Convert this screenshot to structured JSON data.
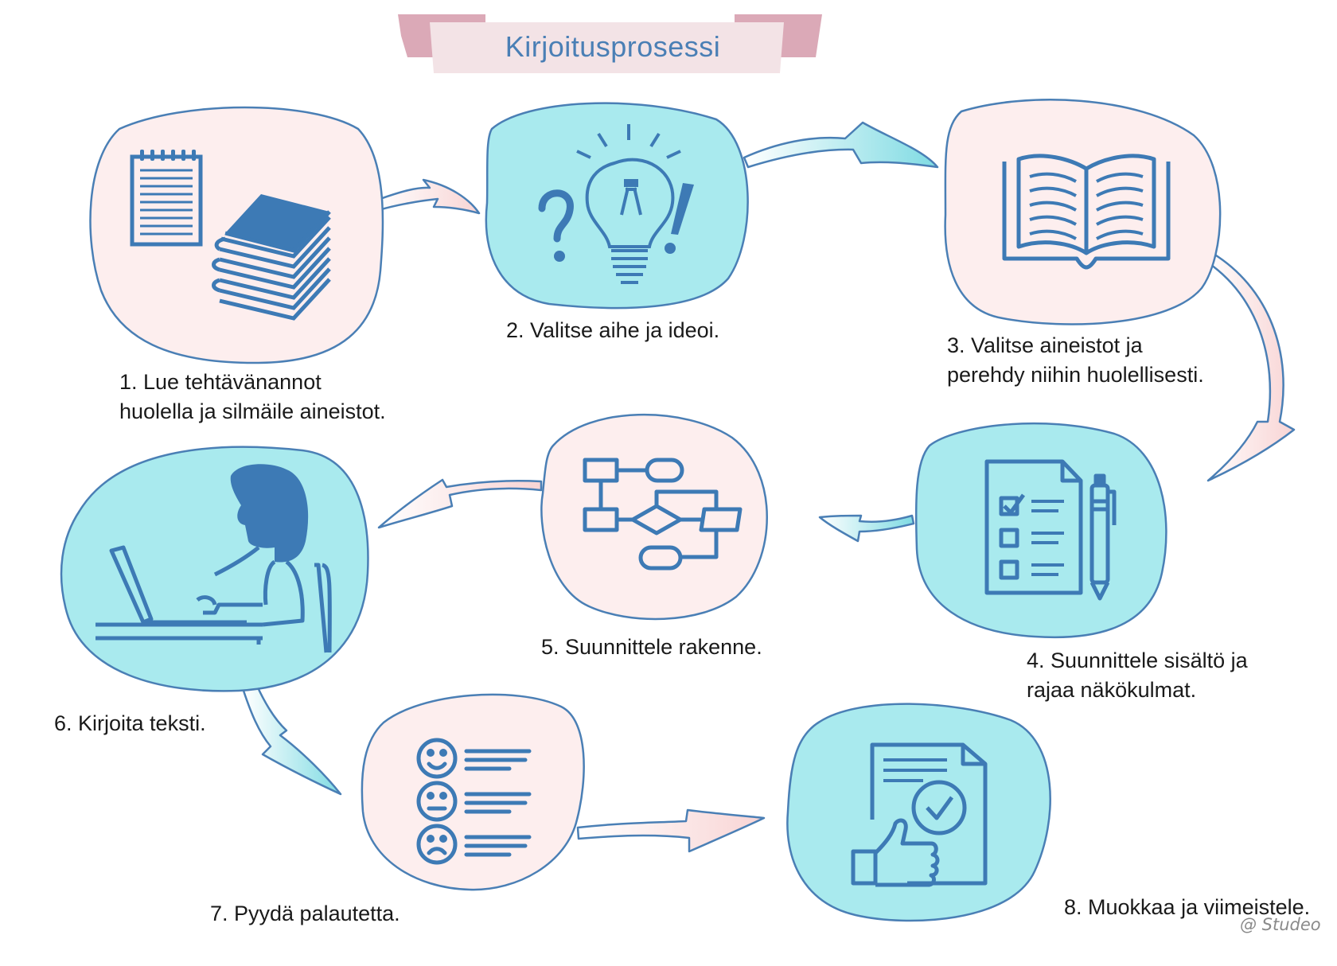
{
  "title": "Kirjoitusprosessi",
  "steps": [
    {
      "lines": [
        "1. Lue tehtävänannot",
        "huolella ja silmäile aineistot."
      ],
      "icon": "notepad-and-books-icon"
    },
    {
      "lines": [
        "2. Valitse aihe ja ideoi."
      ],
      "icon": "lightbulb-question-exclamation-icon"
    },
    {
      "lines": [
        "3. Valitse aineistot ja",
        "perehdy niihin huolellisesti."
      ],
      "icon": "open-book-icon"
    },
    {
      "lines": [
        "4. Suunnittele sisältö ja",
        "rajaa näkökulmat."
      ],
      "icon": "checklist-and-pen-icon"
    },
    {
      "lines": [
        "5. Suunnittele rakenne."
      ],
      "icon": "flowchart-icon"
    },
    {
      "lines": [
        "6. Kirjoita teksti."
      ],
      "icon": "woman-writing-on-laptop-icon"
    },
    {
      "lines": [
        "7. Pyydä palautetta."
      ],
      "icon": "feedback-faces-icon"
    },
    {
      "lines": [
        "8. Muokkaa ja viimeistele."
      ],
      "icon": "approved-document-icon"
    }
  ],
  "credit": "@ Studeo",
  "colors": {
    "pink": "#fdeeee",
    "cyan": "#a9eaee",
    "stroke": "#4a7fb5",
    "ribbon": "#dba9b7"
  }
}
